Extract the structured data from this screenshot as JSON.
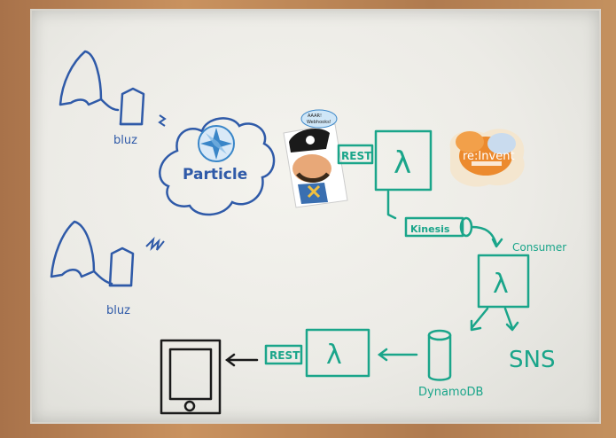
{
  "board": {
    "device_labels": [
      "bluz",
      "bluz"
    ],
    "cloud_label": "Particle",
    "rest_labels": [
      "REST",
      "REST"
    ],
    "lambda_symbol": "λ",
    "kinesis_label": "Kinesis",
    "consumer_label": "Consumer",
    "sns_label": "SNS",
    "dynamodb_label": "DynamoDB",
    "sticker_reinvent": "re:Invent",
    "sticker_pirate_text": "AAAR! Webhooks!"
  },
  "colors": {
    "blue_marker": "#2f5aa8",
    "green_marker": "#1aa58a",
    "black_marker": "#1a1a1a",
    "frame_wood": "#b8865a"
  }
}
